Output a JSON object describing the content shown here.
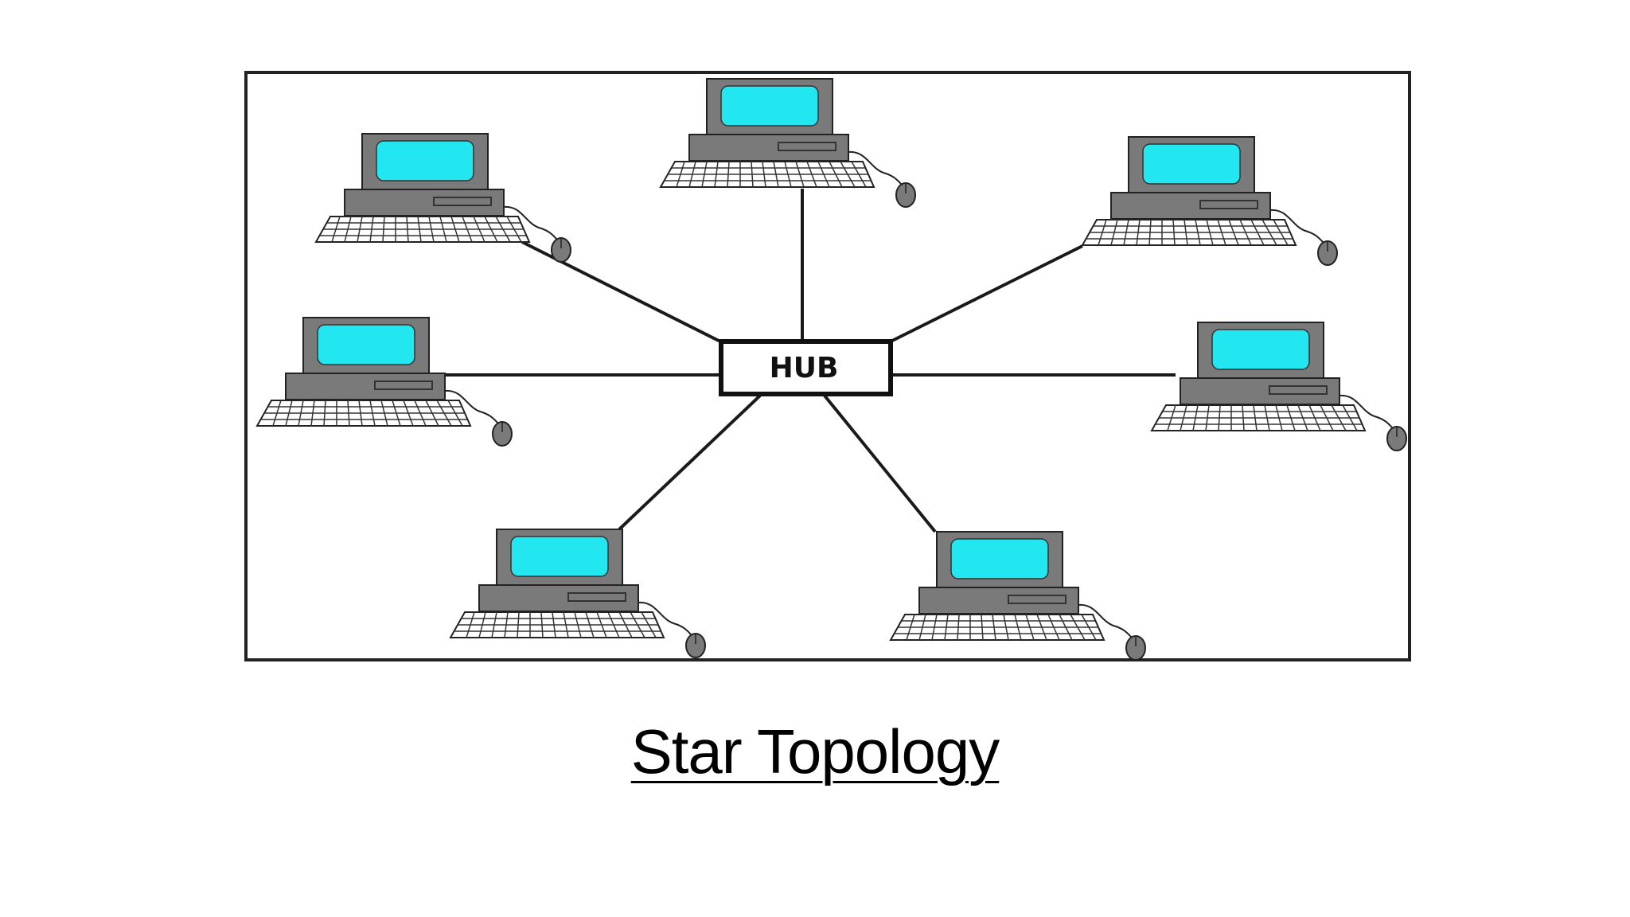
{
  "title": "Star Topology",
  "hub": {
    "label": "HUB"
  },
  "nodes": [
    {
      "name": "computer-top-left"
    },
    {
      "name": "computer-top-center"
    },
    {
      "name": "computer-top-right"
    },
    {
      "name": "computer-mid-left"
    },
    {
      "name": "computer-mid-right"
    },
    {
      "name": "computer-bottom-left"
    },
    {
      "name": "computer-bottom-right"
    }
  ],
  "colors": {
    "screen": "#22e6f0",
    "casing": "#7a7a7a",
    "line": "#1a1a1a",
    "frame": "#222222"
  },
  "icons": {
    "computer": "desktop-computer-icon",
    "mouse": "mouse-icon",
    "keyboard": "keyboard-icon"
  }
}
